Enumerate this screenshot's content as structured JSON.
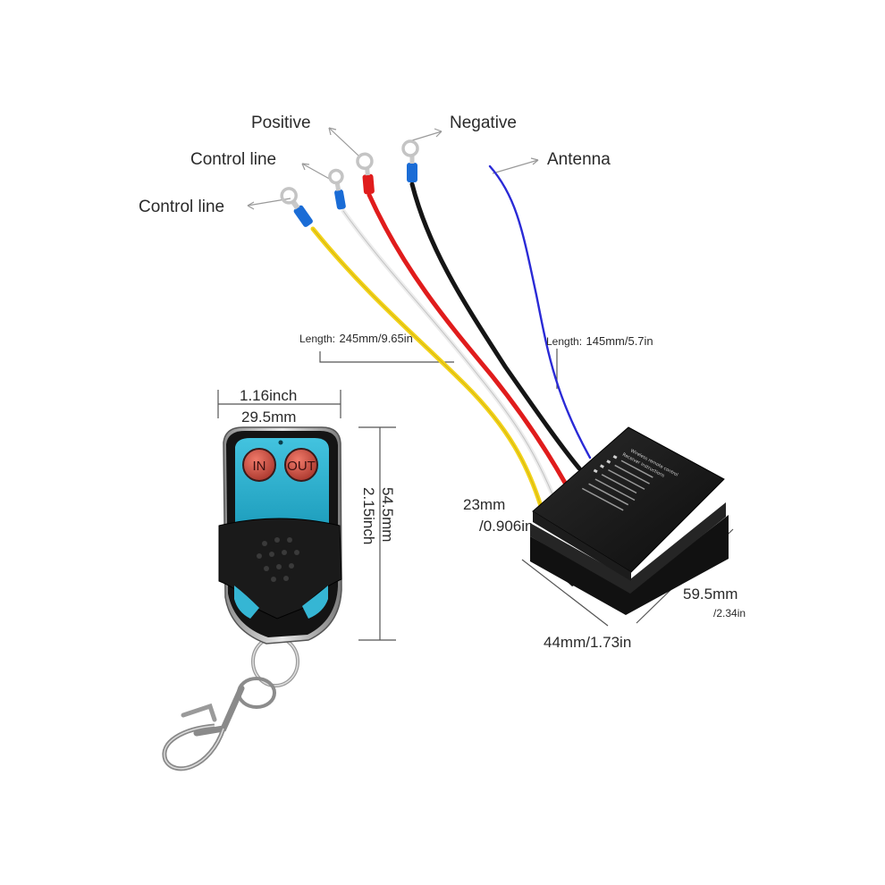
{
  "labels": {
    "positive": "Positive",
    "negative": "Negative",
    "control_line_top": "Control line",
    "control_line_bottom": "Control line",
    "antenna": "Antenna"
  },
  "dimensions": {
    "lead_length_prefix": "Length:",
    "lead_length_value": "245mm/9.65in",
    "antenna_length_prefix": "Length:",
    "antenna_length_value": "145mm/5.7in",
    "remote_width_in": "1.16inch",
    "remote_width_mm": "29.5mm",
    "remote_height_mm": "54.5mm",
    "remote_height_in": "2.15inch",
    "box_height_mm": "23mm",
    "box_height_in": "/0.906in",
    "box_length_mm": "59.5mm",
    "box_length_in": "/2.34in",
    "box_width": "44mm/1.73in"
  },
  "remote": {
    "button_in": "IN",
    "button_out": "OUT"
  },
  "colors": {
    "wire_yellow": "#f2d21a",
    "wire_white": "#f0f0f0",
    "wire_red": "#e01c1c",
    "wire_black": "#151515",
    "wire_blue": "#2a2ad6",
    "remote_panel": "#35b6d4",
    "box_body": "#1a1a1a"
  },
  "icons": {
    "ring_terminal": "ring-terminal-icon",
    "keychain": "keychain-clip-icon"
  }
}
